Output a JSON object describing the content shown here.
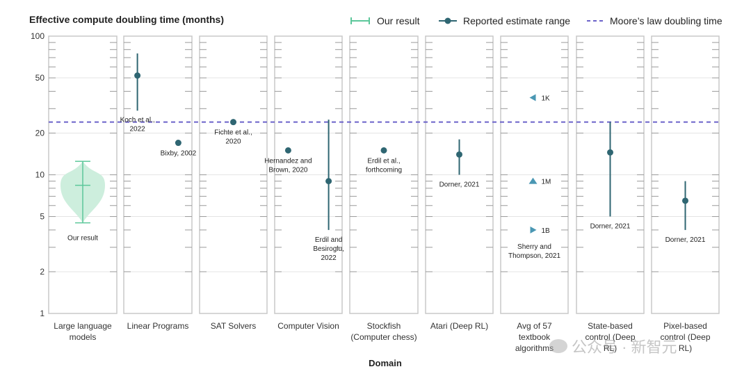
{
  "chart_data": {
    "type": "scatter",
    "title": "Effective compute doubling time (months)",
    "xlabel": "Domain",
    "yscale": "log",
    "ylim": [
      1,
      100
    ],
    "yticks": [
      1,
      2,
      5,
      10,
      20,
      50,
      100
    ],
    "reference_line": {
      "label": "Moore’s law doubling time",
      "value": 24,
      "color": "#6b62c9"
    },
    "legend": [
      {
        "label": "Our result",
        "kind": "our-result",
        "color": "#5cc79a"
      },
      {
        "label": "Reported estimate range",
        "kind": "estimate",
        "color": "#2f6672"
      },
      {
        "label": "Moore’s law doubling time",
        "kind": "moore",
        "color": "#6b62c9"
      }
    ],
    "categories": [
      {
        "label": "Large language models"
      },
      {
        "label": "Linear Programs"
      },
      {
        "label": "SAT Solvers"
      },
      {
        "label": "Computer Vision"
      },
      {
        "label": "Stockfish (Computer chess)"
      },
      {
        "label": "Atari (Deep RL)"
      },
      {
        "label": "Avg of 57 textbook algorithms"
      },
      {
        "label": "State-based control (Deep RL)"
      },
      {
        "label": "Pixel-based control (Deep RL)"
      }
    ],
    "our_result": {
      "category": 0,
      "median": 8.4,
      "low": 4.5,
      "high": 12.5,
      "label": "Our result"
    },
    "estimates": [
      {
        "category": 1,
        "value": 52,
        "low": 29,
        "high": 75,
        "label": "Koch et al., 2022",
        "offset": -0.3
      },
      {
        "category": 1,
        "value": 17,
        "label": "Bixby, 2002",
        "offset": 0.3
      },
      {
        "category": 2,
        "value": 24,
        "label": "Fichte et al., 2020",
        "offset": 0
      },
      {
        "category": 3,
        "value": 15,
        "label": "Hernandez and Brown, 2020",
        "offset": -0.3
      },
      {
        "category": 3,
        "value": 9,
        "low": 4,
        "high": 25,
        "label": "Erdil and Besiroglu, 2022",
        "offset": 0.3
      },
      {
        "category": 4,
        "value": 15,
        "label": "Erdil et al., forthcoming",
        "offset": 0
      },
      {
        "category": 5,
        "value": 14,
        "low": 10,
        "high": 18,
        "label": "Dorner, 2021",
        "offset": 0
      },
      {
        "category": 7,
        "value": 14.5,
        "low": 5,
        "high": 24,
        "label": "Dorner, 2021",
        "offset": 0
      },
      {
        "category": 8,
        "value": 6.5,
        "low": 4,
        "high": 9,
        "label": "Dorner, 2021",
        "offset": 0
      }
    ],
    "textbook_points": {
      "category": 6,
      "label": "Sherry and Thompson, 2021",
      "points": [
        {
          "value": 36,
          "label": "1K",
          "shape": "triangle-left"
        },
        {
          "value": 9,
          "label": "1M",
          "shape": "triangle-up"
        },
        {
          "value": 4,
          "label": "1B",
          "shape": "triangle-right"
        }
      ]
    }
  },
  "watermark": "公众号 · 新智元"
}
